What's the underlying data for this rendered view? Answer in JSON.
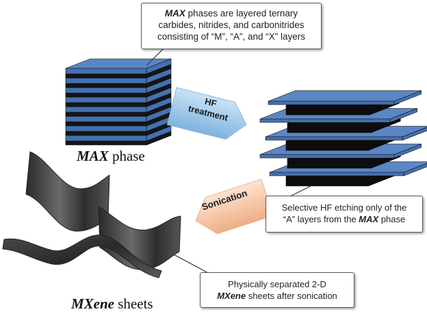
{
  "callout_top": {
    "bold_word": "MAX",
    "line1_rest": " phases are layered ternary",
    "line2": "carbides, nitrides, and carbonitrides",
    "line3": "consisting of “M”, “A”, and “X” layers"
  },
  "max_caption": {
    "bold_word": "MAX",
    "rest": " phase"
  },
  "mxene_caption": {
    "bold_word": "MXene",
    "rest": " sheets"
  },
  "hf_arrow": {
    "line1": "HF",
    "line2": "treatment"
  },
  "sonication_arrow": {
    "label": "Sonication"
  },
  "callout_etch": {
    "line1": "Selective HF etching only of the",
    "line2_start": "“A” layers from the ",
    "bold_word": "MAX",
    "line2_end": " phase"
  },
  "callout_sheets": {
    "line1": "Physically separated 2-D",
    "bold_word": "MXene",
    "line2_rest": " sheets after sonication"
  },
  "colors": {
    "blue_layer": "#5b86c4",
    "black_layer": "#151515",
    "arrow_blue": "#9cc6e8",
    "arrow_peach": "#f6c9a8",
    "sheet_gray": "#3c3c3c"
  }
}
